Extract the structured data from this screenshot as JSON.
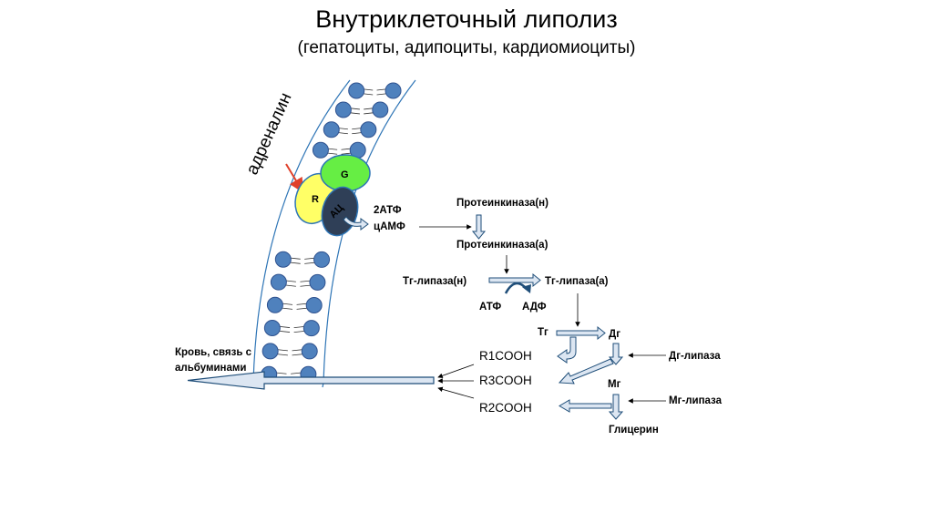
{
  "title": "Внутриклеточный липолиз",
  "subtitle": "(гепатоциты, адипоциты, кардиомиоциты)",
  "hormone": "адреналин",
  "receptor_letters": {
    "r": "R",
    "g": "G",
    "ac": "АЦ"
  },
  "labels": {
    "atp2": "2АТФ",
    "camp": "цАМФ",
    "pk_n": "Протеинкиназа(н)",
    "pk_a": "Протеинкиназа(а)",
    "tg_lipase_n": "Тг-липаза(н)",
    "tg_lipase_a": "Тг-липаза(а)",
    "atp": "АТФ",
    "adp": "АДФ",
    "tg": "Тг",
    "dg": "Дг",
    "dg_lipase": "Дг-липаза",
    "mg": "Мг",
    "mg_lipase": "Мг-липаза",
    "glycerol": "Глицерин",
    "fa1": "R1COOH",
    "fa3": "R3COOH",
    "fa2": "R2COOH",
    "blood_1": "Кровь, связь с",
    "blood_2": "альбуминами"
  },
  "colors": {
    "lipid_head": "#4f81bd",
    "membrane_line": "#2e75b6",
    "arrow_fill": "#dce6f2",
    "arrow_stroke": "#1f4e79",
    "hormone_text": "#c00000",
    "hormone_arrow": "#e0402a",
    "receptor": "#ffff66",
    "g_protein": "#66ee44",
    "adenylate_cyclase": "#2f3f57",
    "ac_text": "#e03020"
  }
}
